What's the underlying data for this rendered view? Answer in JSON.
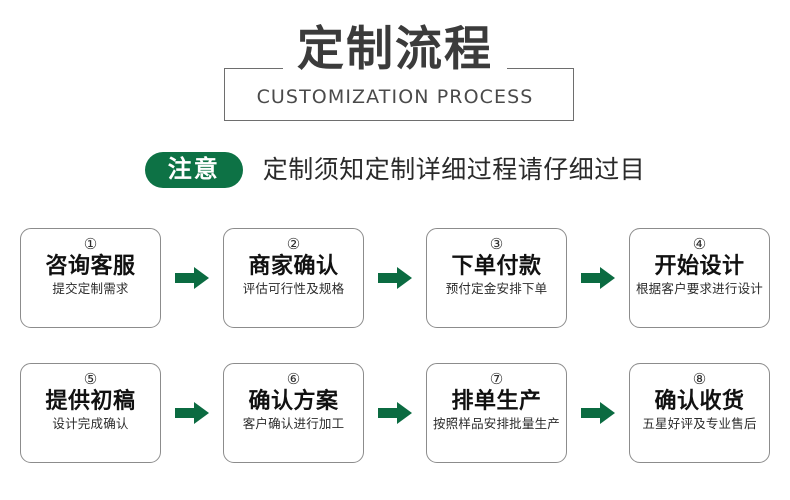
{
  "header": {
    "title": "定制流程",
    "subtitle": "CUSTOMIZATION PROCESS"
  },
  "notice": {
    "badge": "注意",
    "text": "定制须知定制详细过程请仔细过目"
  },
  "colors": {
    "green": "#0d7245",
    "arrow_green": "#0b6b41",
    "title_gray": "#3b3b3b",
    "border_gray": "#8c8c8c"
  },
  "steps": [
    {
      "num": "①",
      "title": "咨询客服",
      "desc": "提交定制需求"
    },
    {
      "num": "②",
      "title": "商家确认",
      "desc": "评估可行性及规格"
    },
    {
      "num": "③",
      "title": "下单付款",
      "desc": "预付定金安排下单"
    },
    {
      "num": "④",
      "title": "开始设计",
      "desc": "根据客户要求进行设计"
    },
    {
      "num": "⑤",
      "title": "提供初稿",
      "desc": "设计完成确认"
    },
    {
      "num": "⑥",
      "title": "确认方案",
      "desc": "客户确认进行加工"
    },
    {
      "num": "⑦",
      "title": "排单生产",
      "desc": "按照样品安排批量生产"
    },
    {
      "num": "⑧",
      "title": "确认收货",
      "desc": "五星好评及专业售后"
    }
  ]
}
